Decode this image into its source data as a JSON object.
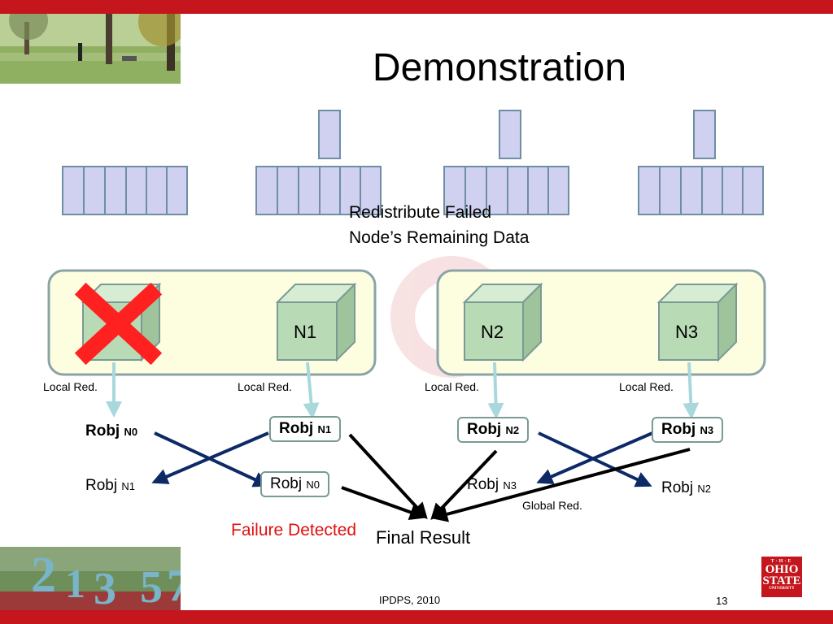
{
  "slide": {
    "title": "Demonstration",
    "caption_line1": "Redistribute Failed",
    "caption_line2": "Node’s Remaining Data",
    "local_red": "Local Red.",
    "global_red": "Global Red.",
    "robj": "Robj",
    "failure": "Failure Detected",
    "final_result": "Final Result",
    "footer_conf": "IPDPS, 2010",
    "page_number": "13",
    "logo": {
      "l1": "T·H·E",
      "l2": "OHIO",
      "l3": "STATE",
      "l4": "UNIVERSITY"
    }
  },
  "nodes": [
    "N1",
    "N2",
    "N3"
  ],
  "subs": {
    "n0": "N0",
    "n1": "N1",
    "n2": "N2",
    "n3": "N3"
  },
  "colors": {
    "bar": "#c4161c",
    "cube": "#b8dbb5",
    "cell": "#d0d0f0",
    "cell_border": "#6e8fa3",
    "group_fill": "#fdfde0",
    "arrow_dark": "#0d2a66",
    "arrow_light": "#a8d8dc",
    "fail": "#e01010"
  }
}
